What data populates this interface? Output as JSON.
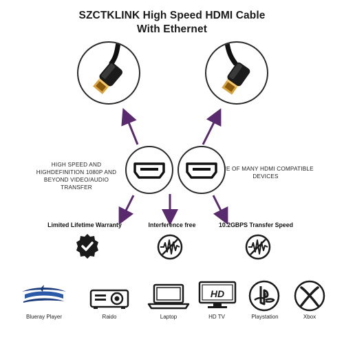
{
  "title": {
    "line1": "SZCTKLINK High Speed HDMI Cable",
    "line2": "With Ethernet"
  },
  "left_description": "HIGH SPEED AND HIGHDEFINITION 1080P AND BEYOND VIDEO/AUDIO TRANSFER",
  "right_description": "ONE OF MANY HDMI COMPATIBLE DEVICES",
  "features": [
    {
      "label": "Limited Lifetime Warranty",
      "icon": "badge-check-icon"
    },
    {
      "label": "Interference free",
      "icon": "waveform-icon"
    },
    {
      "label": "10.2GBPS Transfer Speed",
      "icon": "waveform-icon"
    }
  ],
  "devices": [
    {
      "label": "Blueray Player",
      "icon": "bluray-logo-icon"
    },
    {
      "label": "Raido",
      "icon": "projector-icon"
    },
    {
      "label": "Laptop",
      "icon": "laptop-icon"
    },
    {
      "label": "HD TV",
      "icon": "hdtv-icon"
    },
    {
      "label": "Playstation",
      "icon": "playstation-logo-icon"
    },
    {
      "label": "Xbox",
      "icon": "xbox-logo-icon"
    }
  ],
  "colors": {
    "arrow": "#5a2a6e",
    "gold": "#d9a23a",
    "text": "#1a1a1a"
  }
}
